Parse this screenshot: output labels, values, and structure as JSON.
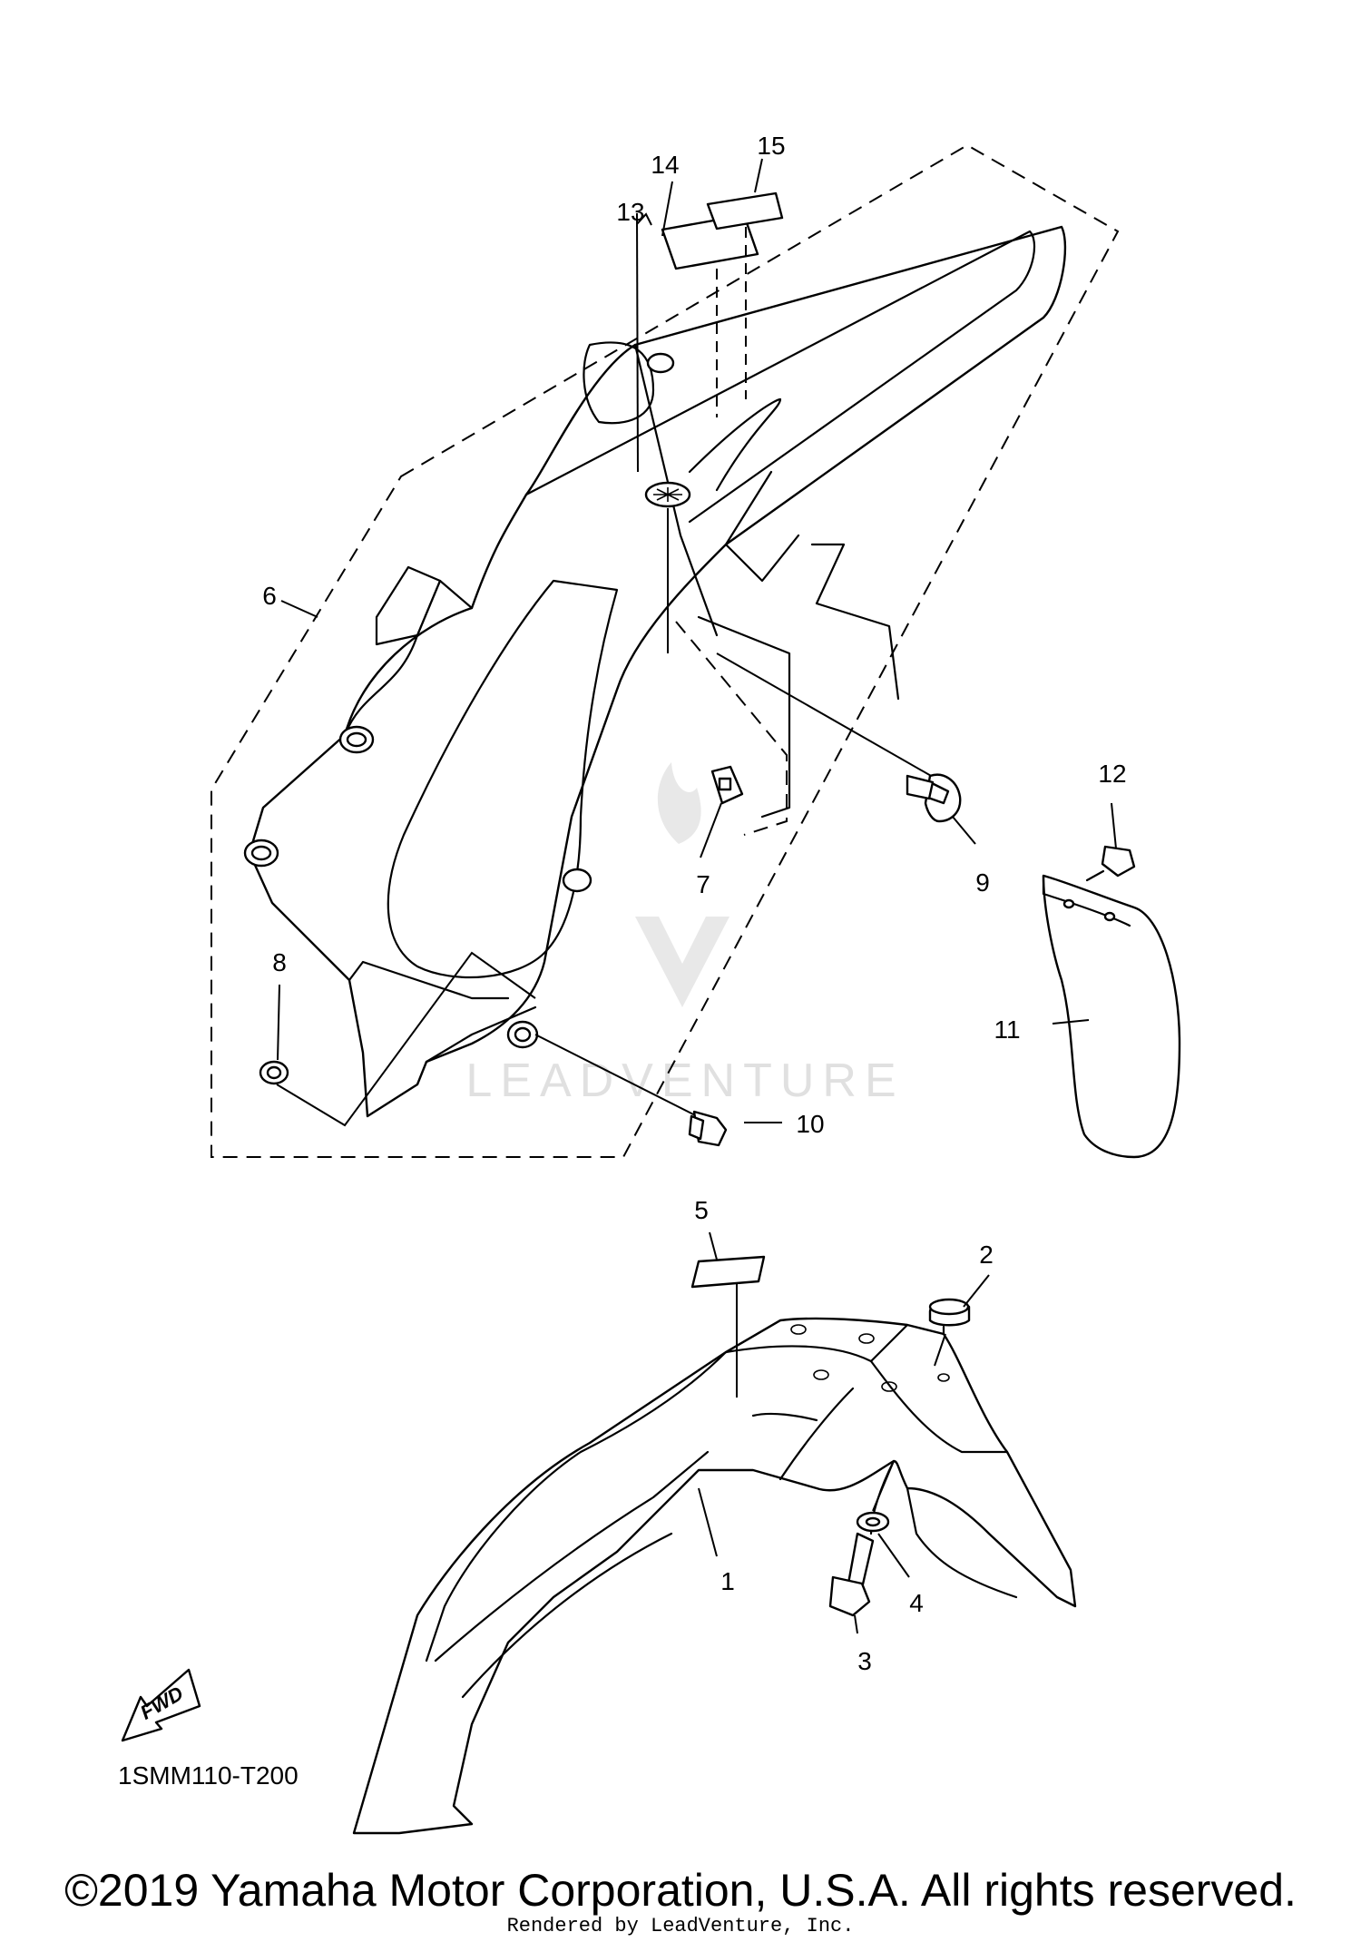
{
  "callouts": {
    "c1": "1",
    "c2": "2",
    "c3": "3",
    "c4": "4",
    "c5": "5",
    "c6": "6",
    "c7": "7",
    "c8": "8",
    "c9": "9",
    "c10": "10",
    "c11": "11",
    "c12": "12",
    "c13": "13",
    "c14": "14",
    "c15": "15"
  },
  "direction_label": "FWD",
  "diagram_code": "1SMM110-T200",
  "watermark": "LEADVENTURE",
  "copyright": "©2019 Yamaha Motor Corporation, U.S.A. All rights reserved.",
  "rendered_by": "Rendered by LeadVenture, Inc."
}
